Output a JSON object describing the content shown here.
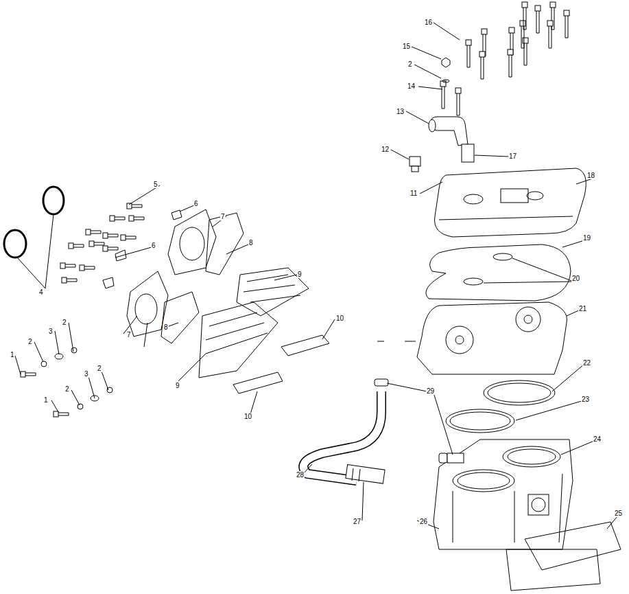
{
  "diagram": {
    "labels": [
      "16",
      "15",
      "2",
      "14",
      "13",
      "12",
      "17",
      "5",
      "18",
      "11",
      "6",
      "7",
      "8",
      "19",
      "6",
      "9",
      "20",
      "4",
      "21",
      "10",
      "2",
      "3",
      "8",
      "7",
      "2",
      "1",
      "22",
      "2",
      "3",
      "9",
      "2",
      "29",
      "23",
      "1",
      "10",
      "24",
      "28",
      "25",
      "27",
      "26"
    ]
  }
}
